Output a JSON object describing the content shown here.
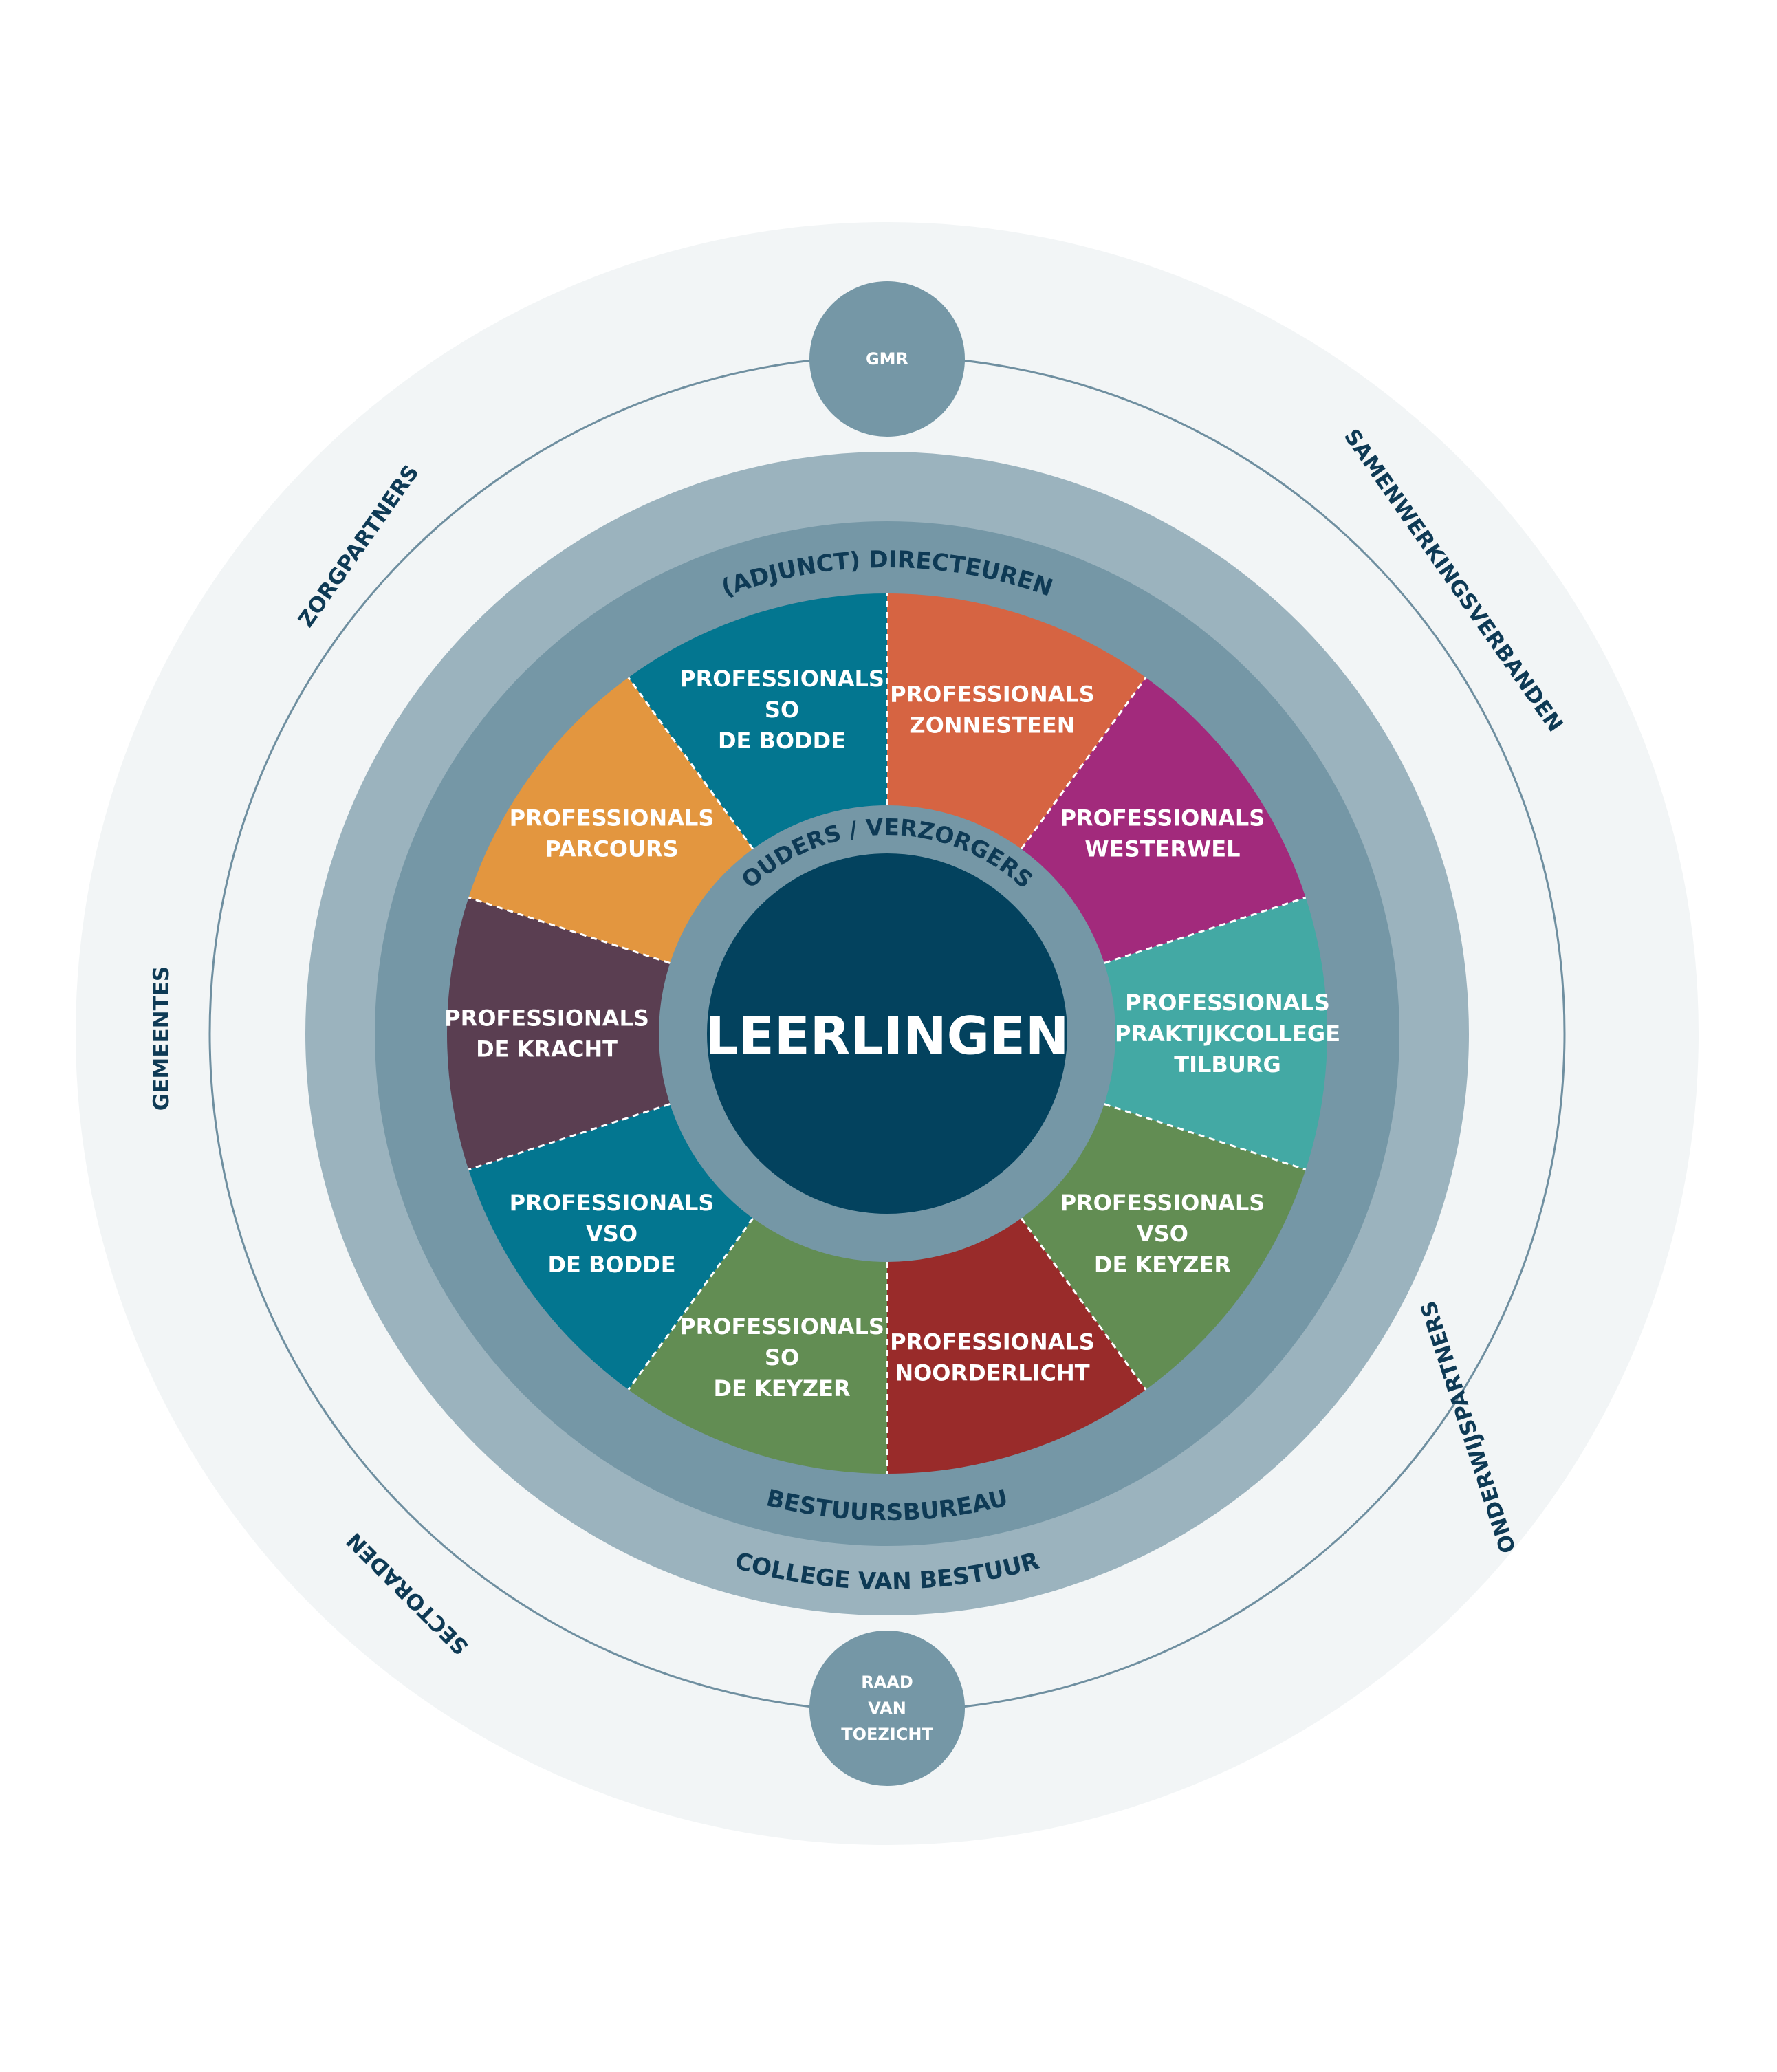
{
  "center": {
    "label": "LEERLINGEN"
  },
  "inner_ring": {
    "label": "OUDERS / VERZORGERS"
  },
  "wedges": [
    {
      "lines": [
        "PROFESSIONALS",
        "ZONNESTEEN"
      ],
      "color": "#d66442"
    },
    {
      "lines": [
        "PROFESSIONALS",
        "WESTERWEL"
      ],
      "color": "#a22a7c"
    },
    {
      "lines": [
        "PROFESSIONALS",
        "PRAKTIJKCOLLEGE",
        "TILBURG"
      ],
      "color": "#43a9a4"
    },
    {
      "lines": [
        "PROFESSIONALS",
        "VSO",
        "DE KEYZER"
      ],
      "color": "#628d53"
    },
    {
      "lines": [
        "PROFESSIONALS",
        "NOORDERLICHT"
      ],
      "color": "#992b2a"
    },
    {
      "lines": [
        "PROFESSIONALS",
        "SO",
        "DE KEYZER"
      ],
      "color": "#628d53"
    },
    {
      "lines": [
        "PROFESSIONALS",
        "VSO",
        "DE BODDE"
      ],
      "color": "#037690"
    },
    {
      "lines": [
        "PROFESSIONALS",
        "DE KRACHT"
      ],
      "color": "#5a3e51"
    },
    {
      "lines": [
        "PROFESSIONALS",
        "PARCOURS"
      ],
      "color": "#e3963f"
    },
    {
      "lines": [
        "PROFESSIONALS",
        "SO",
        "DE BODDE"
      ],
      "color": "#037690"
    }
  ],
  "rings": {
    "directeuren": "(ADJUNCT) DIRECTEUREN",
    "bestuursbureau": "BESTUURSBUREAU",
    "college": "COLLEGE VAN BESTUUR"
  },
  "nodes": {
    "gmr": [
      "GMR"
    ],
    "raad": [
      "RAAD",
      "VAN",
      "TOEZICHT"
    ]
  },
  "outer_labels": {
    "zorgpartners": "ZORGPARTNERS",
    "samenwerkingsverbanden": "SAMENWERKINGSVERBANDEN",
    "gemeentes": "GEMEENTES",
    "onderwijspartners": "ONDERWIJSPARTNERS",
    "sectoraden": "SECTORADEN"
  },
  "colors": {
    "outer_band": "#f2f5f6",
    "college_ring": "#9bb3be",
    "director_ring": "#7597a6",
    "inner_ring": "#7597a6",
    "center": "#03425e",
    "node": "#7597a6",
    "line": "#6f8fa0",
    "text_dark": "#0e3a55"
  }
}
